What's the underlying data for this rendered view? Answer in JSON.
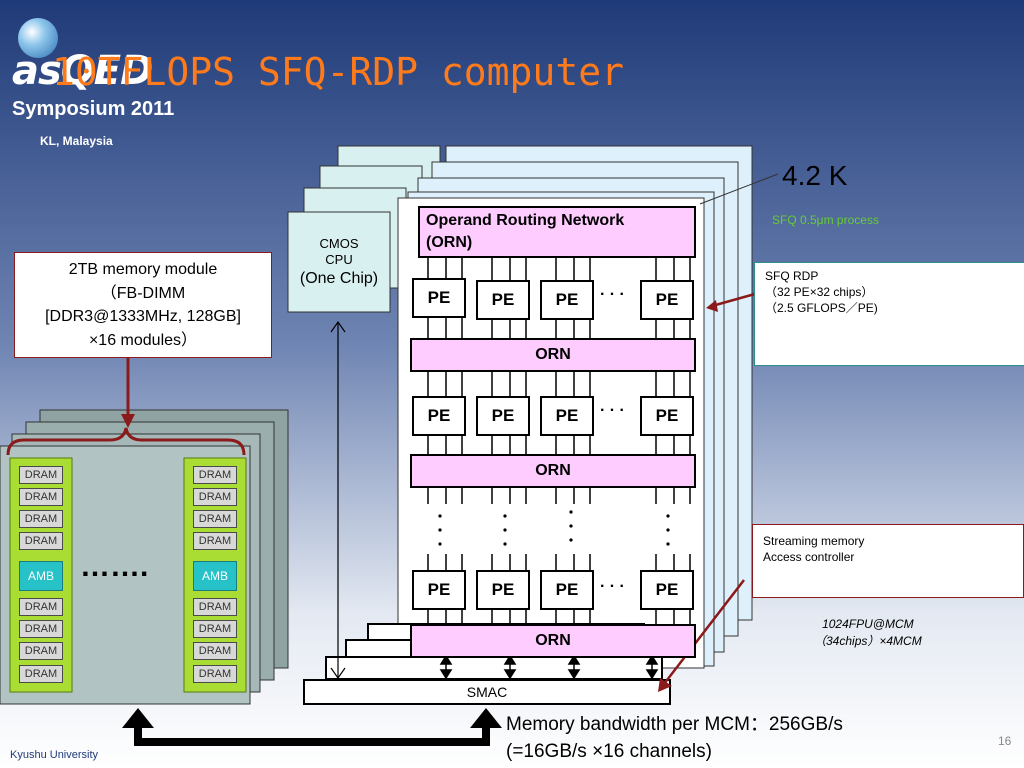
{
  "branding": {
    "logo_text": "asQED",
    "logo_subtitle": "Symposium 2011",
    "location": "KL, Malaysia",
    "footer_org": "Kyushu University",
    "page_number": "16"
  },
  "title": "10TFLOPS SFQ-RDP computer",
  "memory_module_label": {
    "line1": "2TB memory module",
    "line2": "（FB-DIMM",
    "line3": "[DDR3@1333MHz, 128GB]",
    "line4": "×16 modules）"
  },
  "dimm": {
    "chip_label": "DRAM",
    "amb_label": "AMB",
    "ellipsis": "……."
  },
  "cpu": {
    "line1": "CMOS",
    "line2": "CPU",
    "line3": "(One Chip)"
  },
  "orn_top": {
    "line1": "Operand Routing Network",
    "line2": "(ORN)"
  },
  "orn_label": "ORN",
  "pe_label": "PE",
  "row_dots": "· · ·",
  "temperature": "4.2 K",
  "process": "SFQ 0.5μm process",
  "rdp_note": {
    "line1": "SFQ RDP",
    "line2": "（32 PE×32 chips）",
    "line3": "（2.5 GFLOPS／PE)"
  },
  "streaming": {
    "line1": "Streaming memory",
    "line2": "Access controller"
  },
  "fpu_note": {
    "line1": "1024FPU@MCM",
    "line2": "（34chips）×4MCM"
  },
  "smac_label": "SMAC",
  "bandwidth": {
    "line1": "Memory bandwidth per MCM：256GB/s",
    "line2": "(=16GB/s  ×16 channels)"
  },
  "colors": {
    "title": "#ff7a1a",
    "orn_fill": "#ffccff",
    "process_text": "#66cc33",
    "arrow_red": "#8b1a1a",
    "chip_green": "#aadd33",
    "amb": "#26c2c7"
  }
}
